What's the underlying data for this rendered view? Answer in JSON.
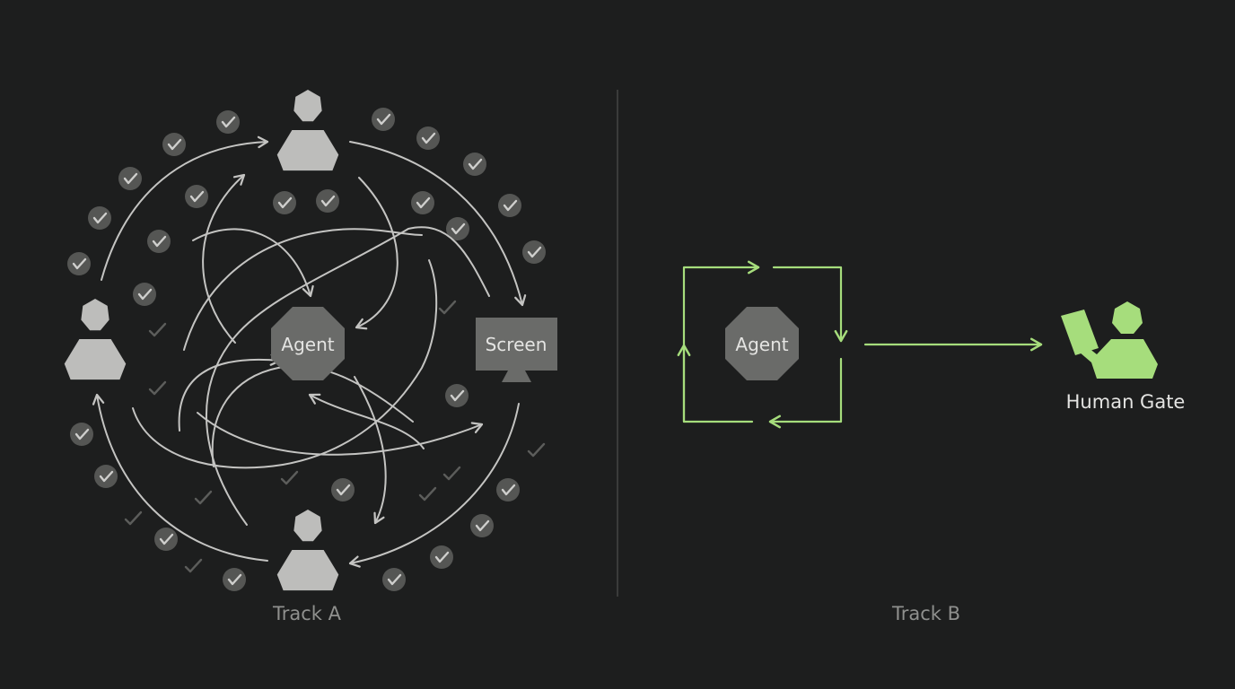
{
  "track_a": {
    "caption": "Track A",
    "agent_label": "Agent",
    "screen_label": "Screen"
  },
  "track_b": {
    "caption": "Track B",
    "agent_label": "Agent",
    "gate_label": "Human Gate"
  },
  "colors": {
    "background": "#1d1e1e",
    "neutral_shape": "#bdbdbb",
    "arrow_gray": "#c4c4c2",
    "node_fill": "#6a6b69",
    "check_badge": "#555654",
    "accent_green": "#a6dd7c",
    "caption": "#8f908e",
    "divider": "#444544"
  },
  "icons": {
    "person": "person-icon",
    "monitor": "monitor-icon",
    "check": "check-icon",
    "tablet": "tablet-icon"
  }
}
